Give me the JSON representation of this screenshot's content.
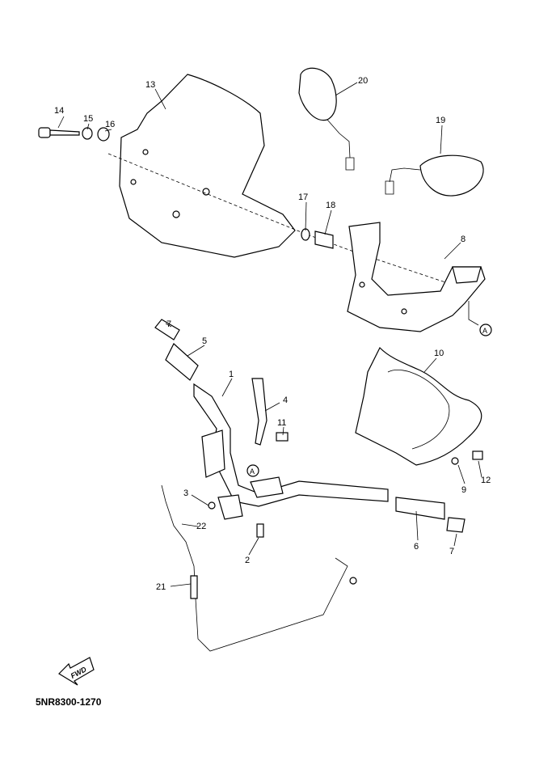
{
  "diagram": {
    "callouts": {
      "c1": "1",
      "c2": "2",
      "c3": "3",
      "c4": "4",
      "c5": "5",
      "c6": "6",
      "c7a": "7",
      "c7b": "7",
      "c8": "8",
      "c9": "9",
      "c10": "10",
      "c11": "11",
      "c12": "12",
      "c13": "13",
      "c14": "14",
      "c15": "15",
      "c16": "16",
      "c17": "17",
      "c18": "18",
      "c19": "19",
      "c20": "20",
      "c21": "21",
      "c22": "22",
      "refA1": "A",
      "refA2": "A"
    },
    "fwd_label": "FWD",
    "diagram_code": "5NR8300-1270"
  }
}
